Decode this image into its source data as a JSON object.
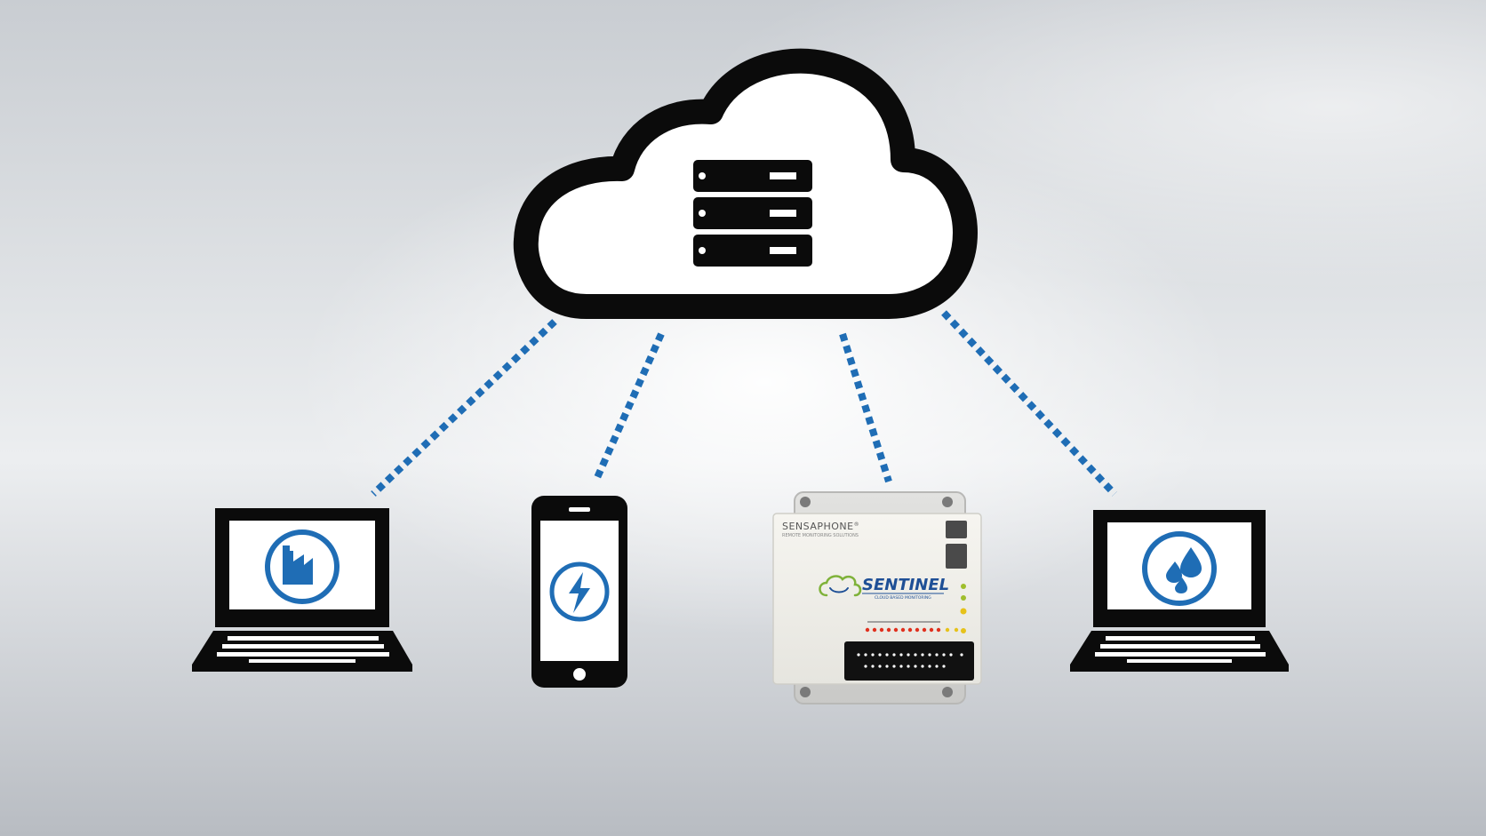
{
  "colors": {
    "link_blue": "#1f6db5",
    "icon_black": "#0b0b0b",
    "screen_white": "#ffffff",
    "device_body": "#f1f0ea",
    "device_plate": "#d8d8d6",
    "led_red": "#e0301e",
    "led_yellow": "#e6c21a",
    "led_green": "#9fbe2c",
    "brand_blue": "#1e4f96",
    "brand_green": "#7fb23a"
  },
  "icons": {
    "cloud": "cloud-icon",
    "server": "server-stack-icon",
    "factory": "factory-icon",
    "lightning": "lightning-bolt-icon",
    "water": "water-drops-icon"
  },
  "device": {
    "brand": "SENSAPHONE",
    "brand_mark": "®",
    "tagline": "REMOTE MONITORING SOLUTIONS",
    "logo_text": "SENTINEL",
    "logo_subtext": "CLOUD BASED MONITORING"
  }
}
